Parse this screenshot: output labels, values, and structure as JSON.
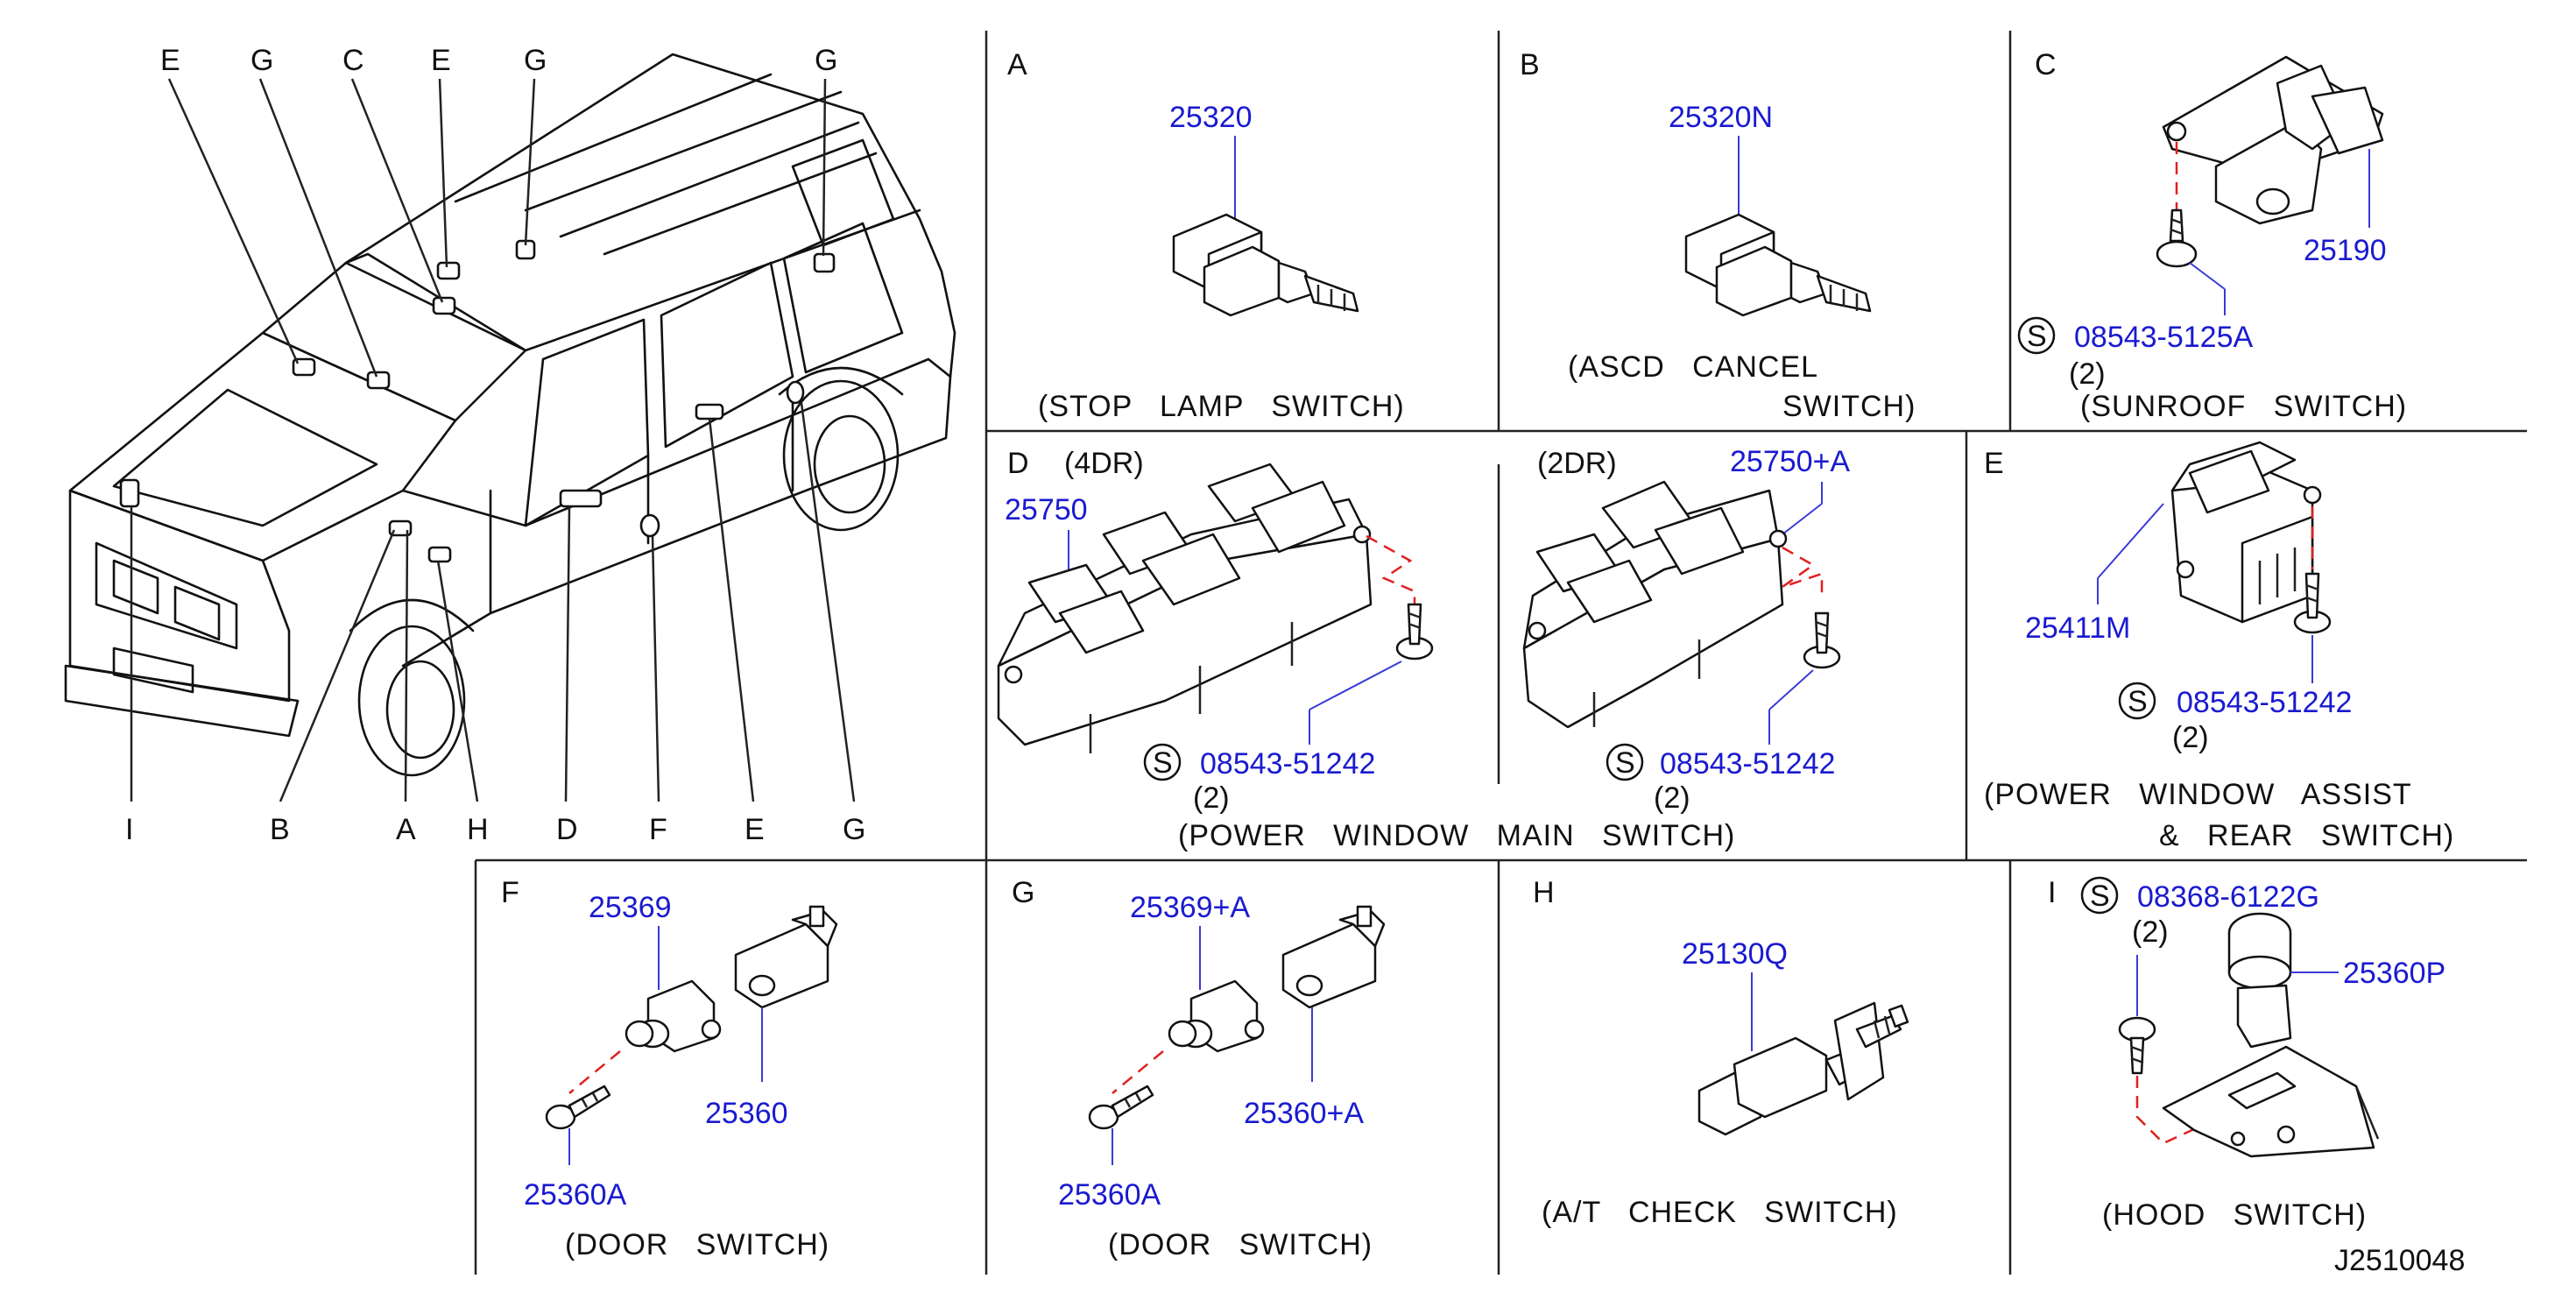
{
  "vehicle_labels": {
    "top": [
      "E",
      "G",
      "C",
      "E",
      "G",
      "G"
    ],
    "bottom": [
      "I",
      "B",
      "A",
      "H",
      "D",
      "F",
      "E",
      "G"
    ]
  },
  "panels": {
    "A": {
      "letter": "A",
      "part": "25320",
      "caption": "(STOP   LAMP   SWITCH)"
    },
    "B": {
      "letter": "B",
      "part": "25320N",
      "caption_1": "(ASCD   CANCEL",
      "caption_2": "SWITCH)"
    },
    "C": {
      "letter": "C",
      "part_main": "25190",
      "screw_symbol": "S",
      "screw_part": "08543-5125A",
      "screw_qty": "(2)",
      "caption": "(SUNROOF   SWITCH)"
    },
    "D": {
      "letter": "D",
      "sub_4dr": "(4DR)",
      "sub_2dr": "(2DR)",
      "part_4dr": "25750",
      "part_2dr": "25750+A",
      "screw_symbol": "S",
      "screw_part_4dr": "08543-51242",
      "screw_qty_4dr": "(2)",
      "screw_part_2dr": "08543-51242",
      "screw_qty_2dr": "(2)",
      "caption": "(POWER   WINDOW   MAIN   SWITCH)"
    },
    "E": {
      "letter": "E",
      "part": "25411M",
      "screw_symbol": "S",
      "screw_part": "08543-51242",
      "screw_qty": "(2)",
      "caption_1": "(POWER   WINDOW   ASSIST",
      "caption_2": "&   REAR   SWITCH)"
    },
    "F": {
      "letter": "F",
      "part_switch": "25369",
      "part_body": "25360",
      "part_screw": "25360A",
      "caption": "(DOOR   SWITCH)"
    },
    "G": {
      "letter": "G",
      "part_switch": "25369+A",
      "part_body": "25360+A",
      "part_screw": "25360A",
      "caption": "(DOOR   SWITCH)"
    },
    "H": {
      "letter": "H",
      "part": "25130Q",
      "caption": "(A/T   CHECK   SWITCH)"
    },
    "I": {
      "letter": "I",
      "screw_symbol": "S",
      "screw_part": "08368-6122G",
      "screw_qty": "(2)",
      "part": "25360P",
      "caption": "(HOOD   SWITCH)"
    }
  },
  "diagram_code": "J2510048",
  "colors": {
    "part_number": "#1a1ad0",
    "line": "#111111",
    "hidden_line": "#e02020"
  }
}
